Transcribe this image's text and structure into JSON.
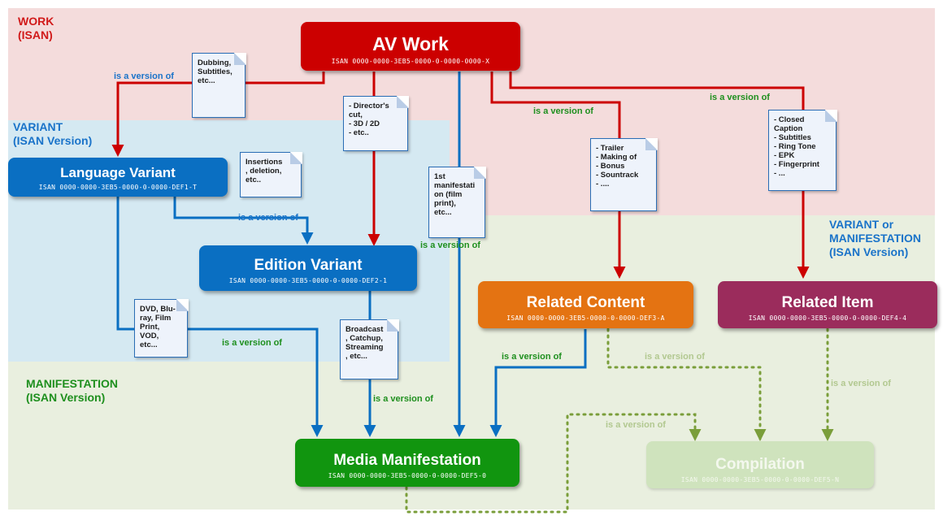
{
  "regions": {
    "work": "WORK\n(ISAN)",
    "variant": "VARIANT\n(ISAN Version)",
    "variant_or_manifestation": "VARIANT or\nMANIFESTATION\n(ISAN Version)",
    "manifestation": "MANIFESTATION\n(ISAN Version)"
  },
  "boxes": {
    "av_work": {
      "title": "AV Work",
      "isan": "ISAN 0000-0000-3EB5-0000-0-0000-0000-X"
    },
    "language_variant": {
      "title": "Language Variant",
      "isan": "ISAN 0000-0000-3EB5-0000-0-0000-DEF1-T"
    },
    "edition_variant": {
      "title": "Edition Variant",
      "isan": "ISAN 0000-0000-3EB5-0000-0-0000-DEF2-1"
    },
    "related_content": {
      "title": "Related Content",
      "isan": "ISAN 0000-0000-3EB5-0000-0-0000-DEF3-A"
    },
    "related_item": {
      "title": "Related Item",
      "isan": "ISAN 0000-0000-3EB5-0000-0-0000-DEF4-4"
    },
    "media_manifestation": {
      "title": "Media Manifestation",
      "isan": "ISAN 0000-0000-3EB5-0000-0-0000-DEF5-0"
    },
    "compilation": {
      "title": "Compilation",
      "isan": "ISAN 0000-0000-3EB5-0000-0-0000-DEF5-N"
    }
  },
  "notes": {
    "dubbing": "Dubbing,\nSubtitles,\netc...",
    "directors_cut": "- Director's\ncut,\n- 3D / 2D\n- etc..",
    "first_manifestation": "1st\nmanifestati\non (film\nprint),\netc...",
    "trailer": "- Trailer\n- Making of\n- Bonus\n- Sountrack\n- ....",
    "closed_caption": "- Closed\nCaption\n- Subtitles\n- Ring Tone\n- EPK\n- Fingerprint\n- ...",
    "insertions": "Insertions\n, deletion,\netc..",
    "dvd": "DVD, Blu-\nray, Film\nPrint,\nVOD,\netc...",
    "broadcast": "Broadcast\n, Catchup,\nStreaming\n, etc..."
  },
  "version_label": "is a version of",
  "colors": {
    "work_bg": "#f4dcdc",
    "variant_bg": "#d5e9f2",
    "manifest_bg": "#e9efdf",
    "red": "#cc0000",
    "blue": "#0a6fc2",
    "green": "#11950f",
    "orange": "#e47312",
    "purple": "#9b2c5c",
    "light_green": "#cfe3bd",
    "dark_green_text": "#1e8f1e"
  }
}
